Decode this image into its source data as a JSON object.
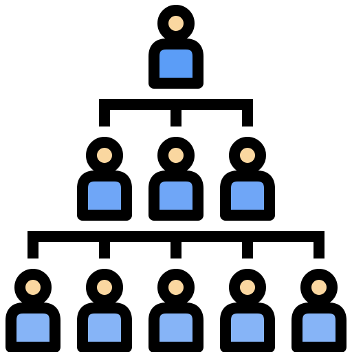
{
  "diagram": {
    "type": "org-hierarchy-icon",
    "levels": [
      {
        "level": 1,
        "people": 1
      },
      {
        "level": 2,
        "people": 3
      },
      {
        "level": 3,
        "people": 5
      }
    ],
    "colors": {
      "outline": "#000000",
      "head": "#FAD7A0",
      "body_level_1": "#5B9DF7",
      "body_level_2": "#6FA6F7",
      "body_level_3": "#86B4F7",
      "background": "#FFFFFF"
    },
    "icons": {
      "person": "person-icon",
      "connector": "connector-line"
    }
  }
}
